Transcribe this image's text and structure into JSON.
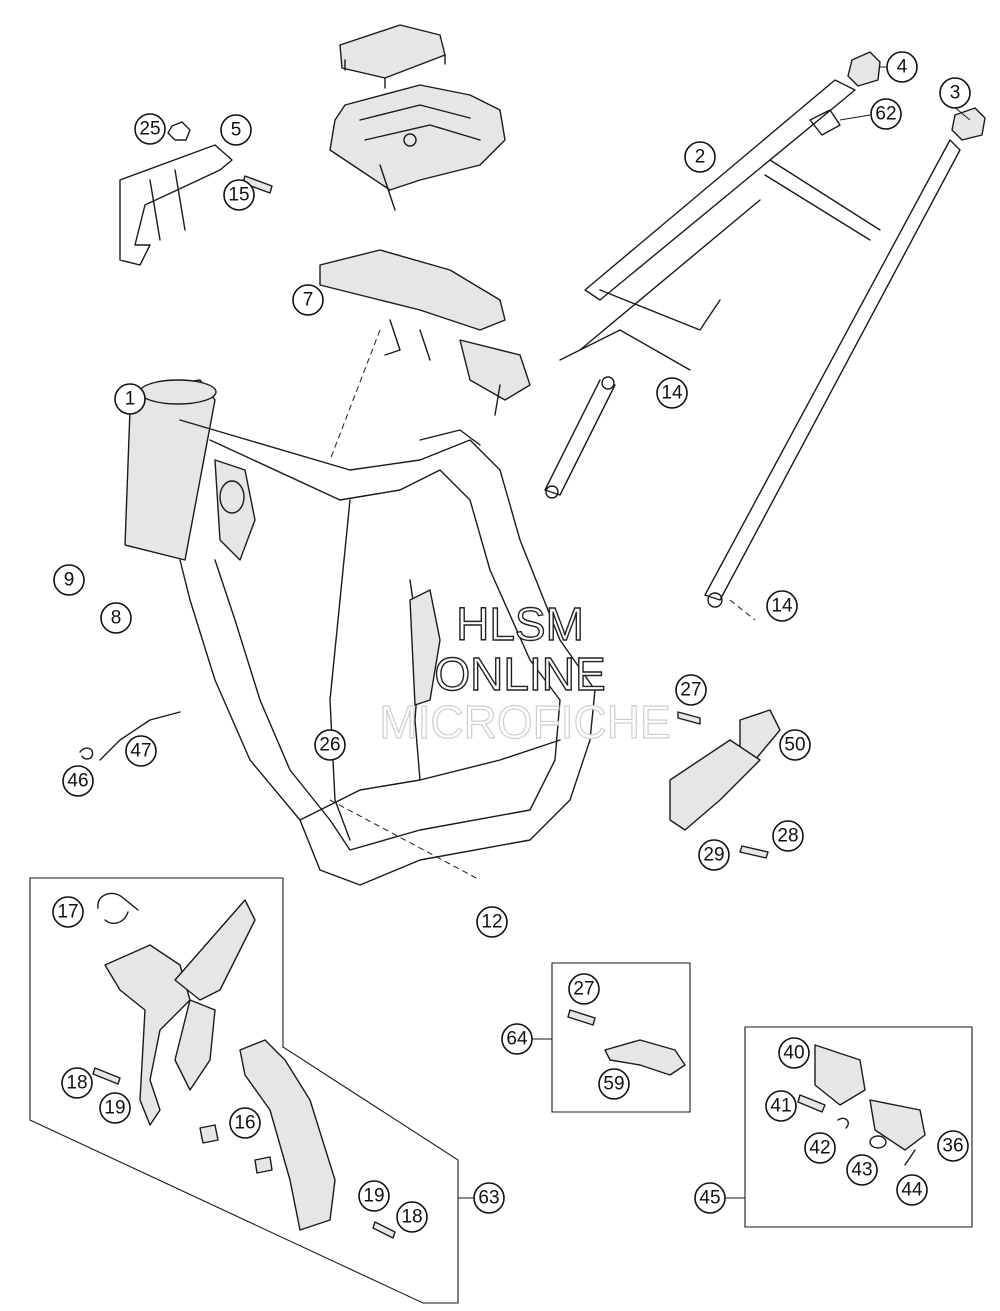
{
  "watermark": {
    "line1": "HLSM",
    "line2": "ONLINE",
    "line3": "MICROFICHE"
  },
  "callouts": {
    "c1": "1",
    "c2": "2",
    "c3": "3",
    "c4": "4",
    "c5": "5",
    "c7": "7",
    "c8": "8",
    "c9": "9",
    "c12": "12",
    "c14a": "14",
    "c14b": "14",
    "c15": "15",
    "c16": "16",
    "c17": "17",
    "c18a": "18",
    "c18b": "18",
    "c19a": "19",
    "c19b": "19",
    "c25": "25",
    "c26": "26",
    "c27a": "27",
    "c27b": "27",
    "c28": "28",
    "c29": "29",
    "c36": "36",
    "c40": "40",
    "c41": "41",
    "c42": "42",
    "c43": "43",
    "c44": "44",
    "c45": "45",
    "c46": "46",
    "c47": "47",
    "c50": "50",
    "c59": "59",
    "c62": "62",
    "c63": "63",
    "c64": "64"
  }
}
